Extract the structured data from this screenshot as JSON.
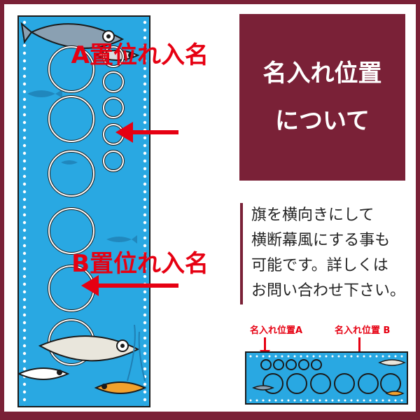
{
  "title_box": {
    "line1": "名入れ位置",
    "line2": "について"
  },
  "label_a": {
    "chars": [
      "名",
      "入",
      "れ",
      "位",
      "置",
      "A"
    ]
  },
  "label_b": {
    "chars": [
      "名",
      "入",
      "れ",
      "位",
      "置",
      "B"
    ]
  },
  "description": {
    "lines": [
      "旗を横向きにして",
      "横断幕風にする事も",
      "可能です。詳しくは",
      "お問い合わせ下さい。"
    ]
  },
  "mini": {
    "label_a": "名入れ位置A",
    "label_b": "名入れ位置 B"
  },
  "colors": {
    "accent": "#7a2137",
    "label_red": "#e60012",
    "flag_blue": "#29a8e2"
  }
}
